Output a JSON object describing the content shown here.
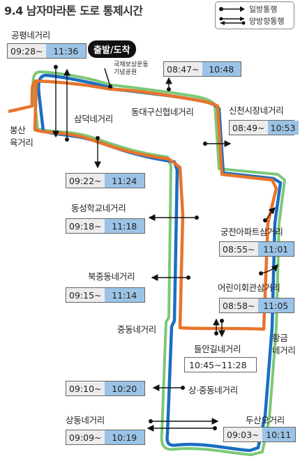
{
  "title": "9.4 남자마라톤 도로 통제시간",
  "legend": {
    "oneway": "일방통행",
    "twoway": "양방향통행"
  },
  "start": {
    "label": "출발/도착",
    "place_line1": "국채보상운동",
    "place_line2": "기념공원"
  },
  "colors": {
    "route_blue": "#1b6ec2",
    "route_orange": "#e8742c",
    "route_green": "#7cc878",
    "accent_time": "#9bc3e6"
  },
  "places": {
    "gongpyeong": "공평네거리",
    "bongsan_1": "봉산",
    "bongsan_2": "육거리",
    "samdeok": "삼덕네거리",
    "dongdae": "동대구신협네거리",
    "sincheon": "신천시장네거리",
    "dongseong": "동성학교네거리",
    "gungjeon": "궁전아파트삼거리",
    "bukjung": "북중동네거리",
    "eorini": "어린이회관삼거리",
    "jungdong": "중동네거리",
    "hwanggeum_1": "황금",
    "hwanggeum_2": "네거리",
    "deulan": "들안길네거리",
    "sangjung": "상·중동네거리",
    "sangdong": "상동네거리",
    "dusan": "두산오거리"
  },
  "times": {
    "gongpyeong": {
      "start": "09:28~",
      "end": "11:36"
    },
    "dongdae": {
      "start": "08:47~",
      "end": "10:48"
    },
    "sincheon": {
      "start": "08:49~",
      "end": "10:53"
    },
    "samdeok": {
      "start": "09:22~",
      "end": "11:24"
    },
    "dongseong": {
      "start": "09:18~",
      "end": "11:18"
    },
    "gungjeon": {
      "start": "08:55~",
      "end": "11:01"
    },
    "bukjung": {
      "start": "09:15~",
      "end": "11:14"
    },
    "eorini": {
      "start": "08:58~",
      "end": "11:05"
    },
    "deulan": "10:45~11:28",
    "sangjung": {
      "start": "09:10~",
      "end": "10:20"
    },
    "sangdong": {
      "start": "09:09~",
      "end": "10:19"
    },
    "dusan": {
      "start": "09:03~",
      "end": "10:11"
    }
  }
}
